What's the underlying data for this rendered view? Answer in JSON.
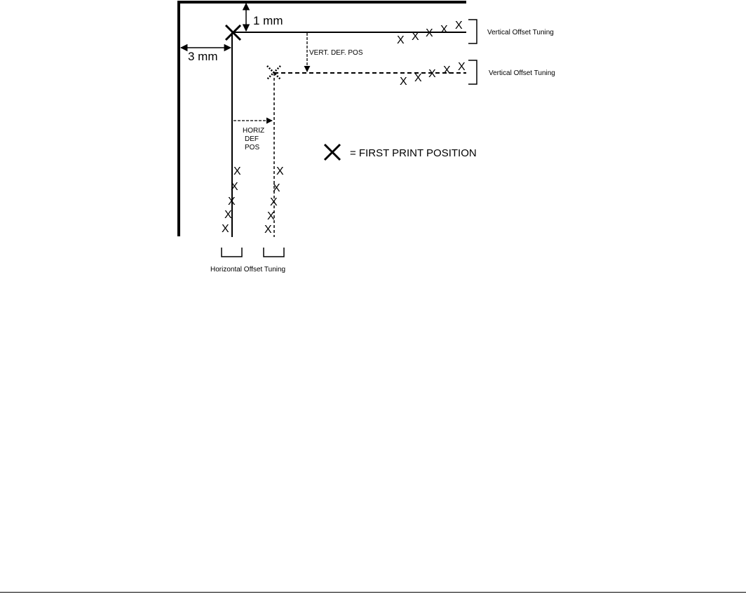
{
  "labels": {
    "top_margin": "1 mm",
    "left_margin": "3 mm",
    "vert_def_pos": "VERT. DEF. POS",
    "horiz_def_pos_line1": "HORIZ",
    "horiz_def_pos_line2": "DEF",
    "horiz_def_pos_line3": "POS",
    "vertical_offset_tuning_1": "Vertical Offset Tuning",
    "vertical_offset_tuning_2": "Vertical Offset Tuning",
    "horizontal_offset_tuning": "Horizontal Offset Tuning",
    "legend_text": "= FIRST PRINT POSITION"
  },
  "marks": {
    "small_x": "X"
  }
}
